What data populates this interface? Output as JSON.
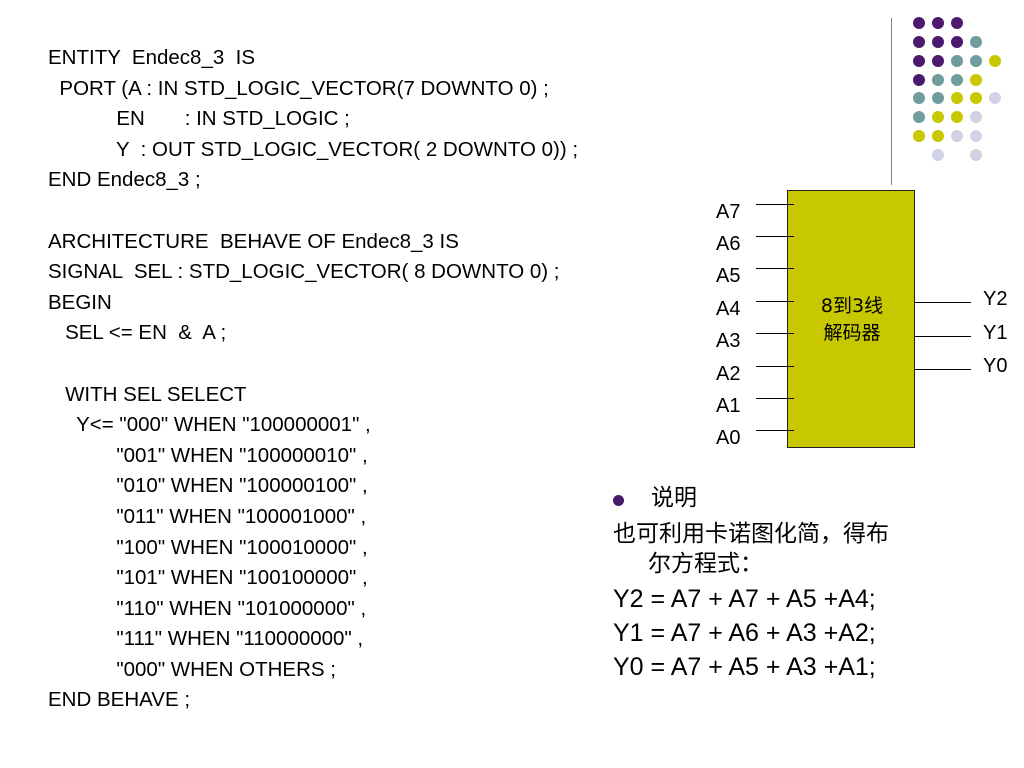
{
  "code_lines": [
    "ENTITY  Endec8_3  IS",
    "  PORT (A : IN STD_LOGIC_VECTOR(7 DOWNTO 0) ;",
    "            EN       : IN STD_LOGIC ;",
    "            Y  : OUT STD_LOGIC_VECTOR( 2 DOWNTO 0)) ;",
    "END Endec8_3 ;",
    "",
    "ARCHITECTURE  BEHAVE OF Endec8_3 IS",
    "SIGNAL  SEL : STD_LOGIC_VECTOR( 8 DOWNTO 0) ;",
    "BEGIN",
    "   SEL <= EN  &  A ;",
    "",
    "   WITH SEL SELECT",
    "     Y<= \"000\" WHEN \"100000001\" ,",
    "            \"001\" WHEN \"100000010\" ,",
    "            \"010\" WHEN \"100000100\" ,",
    "            \"011\" WHEN \"100001000\" ,",
    "            \"100\" WHEN \"100010000\" ,",
    "            \"101\" WHEN \"100100000\" ,",
    "            \"110\" WHEN \"101000000\" ,",
    "            \"111\" WHEN \"110000000\" ,",
    "            \"000\" WHEN OTHERS ;",
    "END BEHAVE ;"
  ],
  "diagram": {
    "block_label_line1": "8到3线",
    "block_label_line2": "解码器",
    "inputs": [
      "A7",
      "A6",
      "A5",
      "A4",
      "A3",
      "A2",
      "A1",
      "A0"
    ],
    "outputs": [
      "Y2",
      "Y1",
      "Y0"
    ]
  },
  "notes": {
    "bullet": "说明",
    "line1": "也可利用卡诺图化简，得布",
    "line2": "尔方程式：",
    "equations": [
      "Y2 = A7 + A7 + A5 +A4;",
      "Y1 = A7 + A6 + A3 +A2;",
      "Y0 = A7 + A5 + A3 +A1;"
    ]
  },
  "colors": {
    "purple": "#4b1a6e",
    "teal": "#6f9c9c",
    "yellow": "#c8c800",
    "lavender": "#d2d2e6",
    "bullet": "#4b1a6e"
  }
}
